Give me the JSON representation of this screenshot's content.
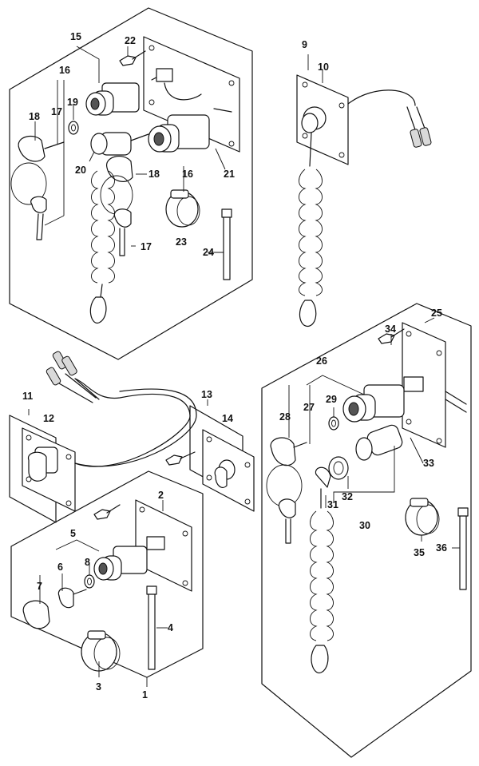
{
  "callouts": {
    "c1": "1",
    "c2": "2",
    "c3": "3",
    "c4": "4",
    "c5": "5",
    "c6": "6",
    "c7": "7",
    "c8": "8",
    "c9": "9",
    "c10": "10",
    "c11": "11",
    "c12": "12",
    "c13": "13",
    "c14": "14",
    "c15": "15",
    "c16a": "16",
    "c16b": "16",
    "c17a": "17",
    "c17b": "17",
    "c18a": "18",
    "c18b": "18",
    "c19": "19",
    "c20": "20",
    "c21": "21",
    "c22": "22",
    "c23": "23",
    "c24": "24",
    "c25": "25",
    "c26": "26",
    "c27": "27",
    "c28": "28",
    "c29": "29",
    "c30": "30",
    "c31": "31",
    "c32": "32",
    "c33": "33",
    "c34": "34",
    "c35": "35",
    "c36": "36"
  }
}
